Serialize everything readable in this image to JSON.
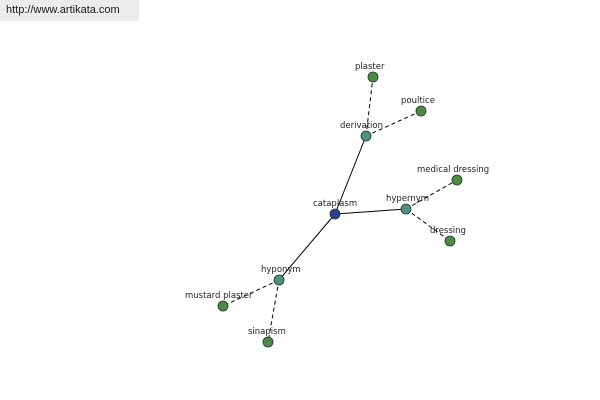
{
  "banner": {
    "url": "http://www.artikata.com"
  },
  "colors": {
    "center": "#2e3f8f",
    "relation": "#4f8f88",
    "leaf": "#4d8a45"
  },
  "graph": {
    "nodes": [
      {
        "id": "cataplasm",
        "label": "cataplasm",
        "kind": "center"
      },
      {
        "id": "derivation",
        "label": "derivation",
        "kind": "relation"
      },
      {
        "id": "hypernym",
        "label": "hypernym",
        "kind": "relation"
      },
      {
        "id": "hyponym",
        "label": "hyponym",
        "kind": "relation"
      },
      {
        "id": "plaster",
        "label": "plaster",
        "kind": "leaf"
      },
      {
        "id": "poultice",
        "label": "poultice",
        "kind": "leaf"
      },
      {
        "id": "medical-dressing",
        "label": "medical dressing",
        "kind": "leaf"
      },
      {
        "id": "dressing",
        "label": "dressing",
        "kind": "leaf"
      },
      {
        "id": "mustard-plaster",
        "label": "mustard plaster",
        "kind": "leaf"
      },
      {
        "id": "sinapism",
        "label": "sinapism",
        "kind": "leaf"
      }
    ],
    "edges": [
      {
        "from": "cataplasm",
        "to": "derivation",
        "style": "solid"
      },
      {
        "from": "cataplasm",
        "to": "hypernym",
        "style": "solid"
      },
      {
        "from": "cataplasm",
        "to": "hyponym",
        "style": "solid"
      },
      {
        "from": "derivation",
        "to": "plaster",
        "style": "dashed"
      },
      {
        "from": "derivation",
        "to": "poultice",
        "style": "dashed"
      },
      {
        "from": "hypernym",
        "to": "medical-dressing",
        "style": "dashed"
      },
      {
        "from": "hypernym",
        "to": "dressing",
        "style": "dashed"
      },
      {
        "from": "hyponym",
        "to": "mustard-plaster",
        "style": "dashed"
      },
      {
        "from": "hyponym",
        "to": "sinapism",
        "style": "dashed"
      }
    ]
  }
}
